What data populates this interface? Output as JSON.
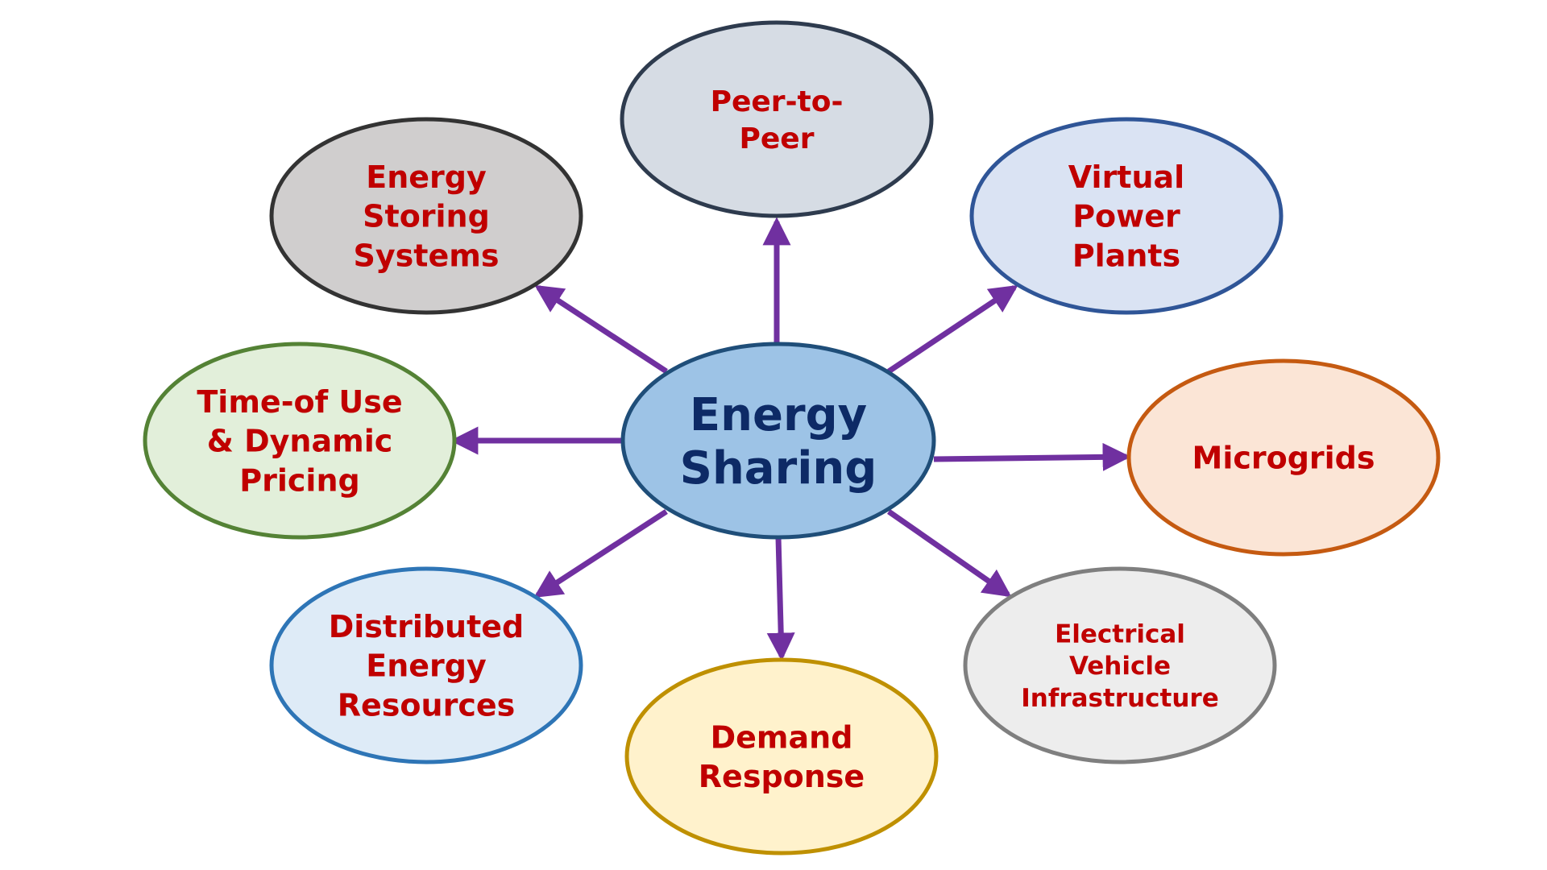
{
  "center": {
    "label_lines": [
      "Energy",
      "Sharing"
    ],
    "fill": "#9dc3e6",
    "stroke": "#1f4e79",
    "text_color": "#0d2a66"
  },
  "arrow_color": "#7030a0",
  "text_color": "#c00000",
  "nodes": [
    {
      "id": "peer-to-peer",
      "label_lines": [
        "Peer-to-",
        "Peer"
      ],
      "fill": "#d6dce4",
      "stroke": "#2e3b4e"
    },
    {
      "id": "virtual-power-plants",
      "label_lines": [
        "Virtual",
        "Power",
        "Plants"
      ],
      "fill": "#dae3f3",
      "stroke": "#2f5597"
    },
    {
      "id": "microgrids",
      "label_lines": [
        "Microgrids"
      ],
      "fill": "#fbe5d6",
      "stroke": "#c55a11"
    },
    {
      "id": "electrical-vehicle-infrastructure",
      "label_lines": [
        "Electrical",
        "Vehicle",
        "Infrastructure"
      ],
      "fill": "#ededed",
      "stroke": "#7f7f7f"
    },
    {
      "id": "demand-response",
      "label_lines": [
        "Demand",
        "Response"
      ],
      "fill": "#fff2cc",
      "stroke": "#bf9000"
    },
    {
      "id": "distributed-energy-resources",
      "label_lines": [
        "Distributed",
        "Energy",
        "Resources"
      ],
      "fill": "#deebf7",
      "stroke": "#2e75b6"
    },
    {
      "id": "time-of-use-dynamic-pricing",
      "label_lines": [
        "Time-of Use",
        "& Dynamic",
        "Pricing"
      ],
      "fill": "#e2efda",
      "stroke": "#548235"
    },
    {
      "id": "energy-storing-systems",
      "label_lines": [
        "Energy",
        "Storing",
        "Systems"
      ],
      "fill": "#d0cece",
      "stroke": "#333333"
    }
  ]
}
